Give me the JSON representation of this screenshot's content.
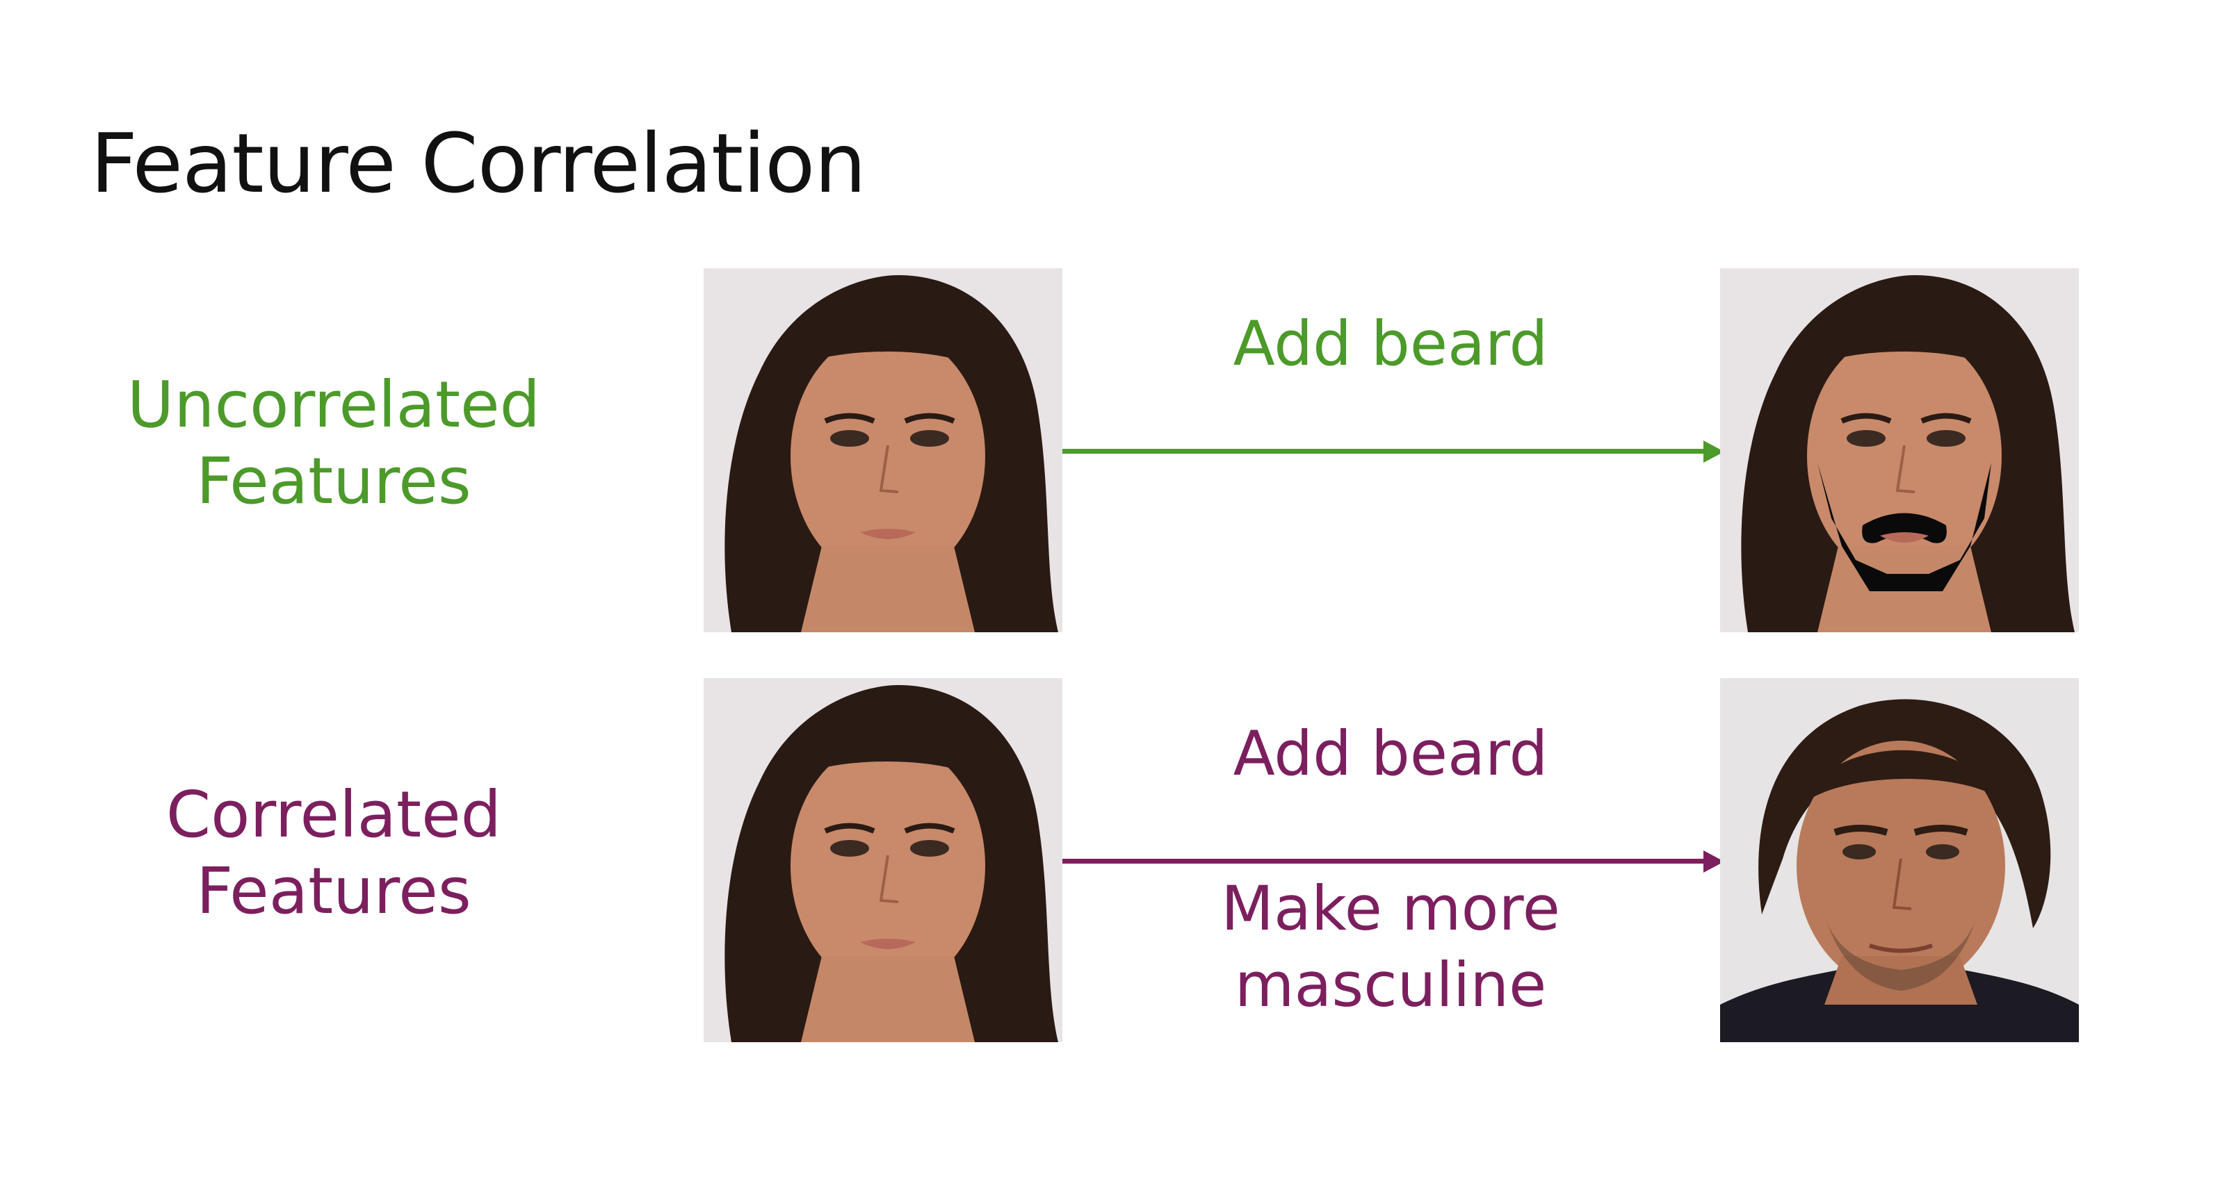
{
  "slide": {
    "title": "Feature Correlation"
  },
  "rows": [
    {
      "label_line1": "Uncorrelated",
      "label_line2": "Features",
      "color": "#4c9a2a",
      "operation": "Add beard",
      "input_image": "woman-face",
      "output_image": "woman-face-with-drawn-beard"
    },
    {
      "label_line1": "Correlated",
      "label_line2": "Features",
      "color": "#7c1f5e",
      "operation_line1": "Add beard",
      "operation_line2_a": "Make more",
      "operation_line2_b": "masculine",
      "input_image": "woman-face",
      "output_image": "man-face"
    }
  ]
}
